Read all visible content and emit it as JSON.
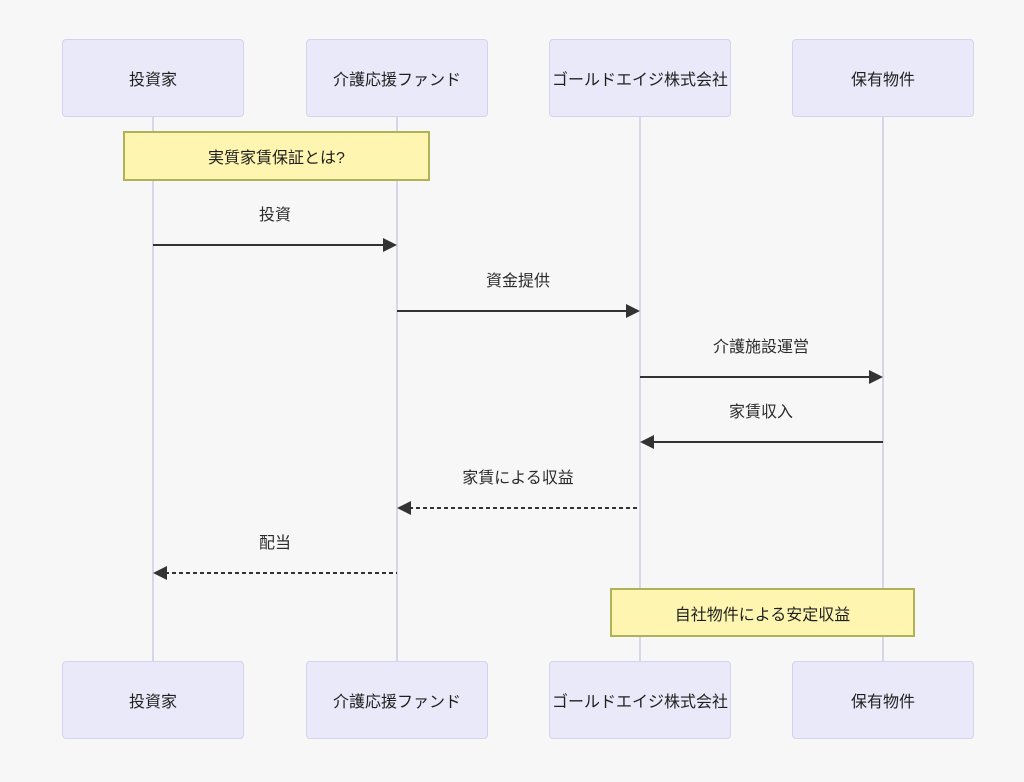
{
  "diagram": {
    "type": "sequence-diagram",
    "background_color": "#f7f7f8",
    "colors": {
      "actor_fill": "#e9e9f9",
      "actor_border": "#d3d3ee",
      "note_fill": "#fdf5b0",
      "note_border": "#b1b157",
      "lifeline": "#d7d7ec",
      "arrow": "#333333"
    },
    "actors": [
      {
        "label": "投資家"
      },
      {
        "label": "介護応援ファンド"
      },
      {
        "label": "ゴールドエイジ株式会社"
      },
      {
        "label": "保有物件"
      }
    ],
    "notes": [
      {
        "label": "実質家賃保証とは?",
        "over": "投資家, 介護応援ファンド"
      },
      {
        "label": "自社物件による安定収益",
        "over": "ゴールドエイジ株式会社, 保有物件"
      }
    ],
    "messages": [
      {
        "label": "投資",
        "from": "投資家",
        "to": "介護応援ファンド",
        "line": "solid"
      },
      {
        "label": "資金提供",
        "from": "介護応援ファンド",
        "to": "ゴールドエイジ株式会社",
        "line": "solid"
      },
      {
        "label": "介護施設運営",
        "from": "ゴールドエイジ株式会社",
        "to": "保有物件",
        "line": "solid"
      },
      {
        "label": "家賃収入",
        "from": "保有物件",
        "to": "ゴールドエイジ株式会社",
        "line": "solid"
      },
      {
        "label": "家賃による収益",
        "from": "ゴールドエイジ株式会社",
        "to": "介護応援ファンド",
        "line": "dotted"
      },
      {
        "label": "配当",
        "from": "介護応援ファンド",
        "to": "投資家",
        "line": "dotted"
      }
    ]
  }
}
